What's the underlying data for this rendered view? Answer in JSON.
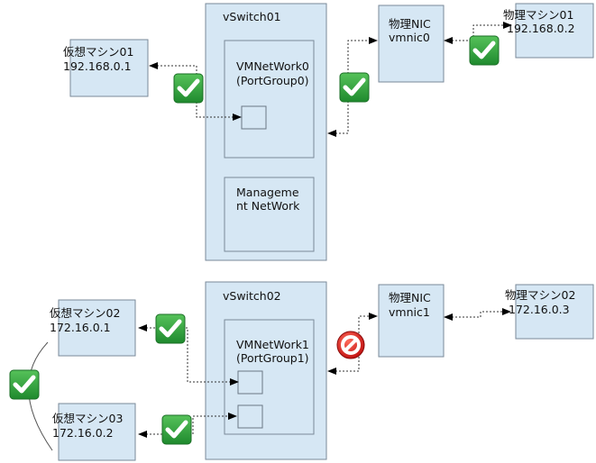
{
  "top_group": {
    "vm01": {
      "name": "仮想マシン01",
      "ip": "192.168.0.1"
    },
    "vswitch": {
      "name": "vSwitch01"
    },
    "portgroup": {
      "line1": "VMNetWork0",
      "line2": "(PortGroup0)"
    },
    "management": {
      "line1": "Manageme",
      "line2": "nt NetWork"
    },
    "nic": {
      "line1": "物理NIC",
      "line2": "vmnic0"
    },
    "pm01": {
      "name": "物理マシン01",
      "ip": "192.168.0.2"
    }
  },
  "bottom_group": {
    "vm02": {
      "name": "仮想マシン02",
      "ip": "172.16.0.1"
    },
    "vm03": {
      "name": "仮想マシン03",
      "ip": "172.16.0.2"
    },
    "vswitch": {
      "name": "vSwitch02"
    },
    "portgroup": {
      "line1": "VMNetWork1",
      "line2": "(PortGroup1)"
    },
    "nic": {
      "line1": "物理NIC",
      "line2": "vmnic1"
    },
    "pm02": {
      "name": "物理マシン02",
      "ip": "172.16.0.3"
    }
  },
  "colors": {
    "box_fill": "#d6e7f4",
    "box_stroke": "#7a8a99",
    "check_green": "#2e9b3a",
    "blocked_red": "#cc1111"
  },
  "icons": [
    "check-icon",
    "blocked-icon"
  ]
}
